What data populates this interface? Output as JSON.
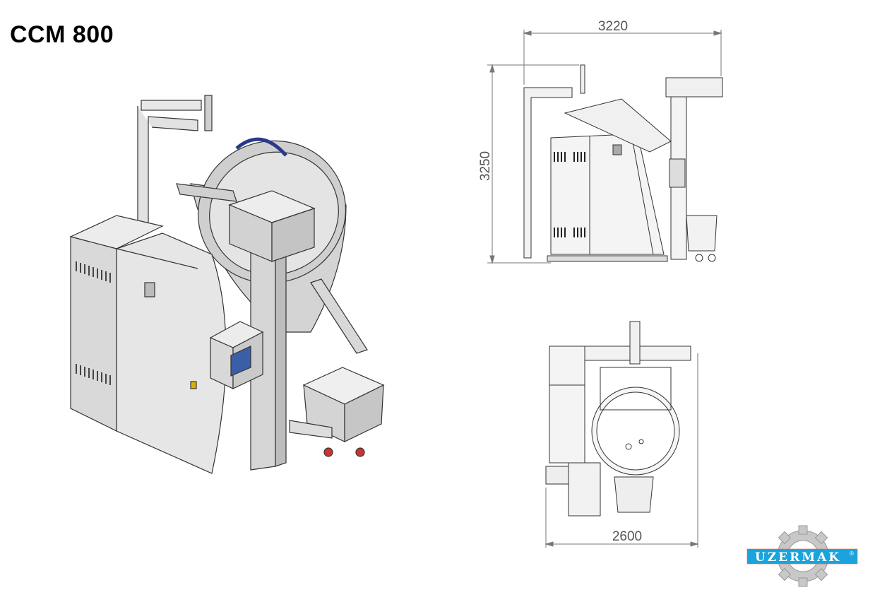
{
  "title": "CCM 800",
  "dimensions": {
    "side_width": "3220",
    "side_height": "3250",
    "front_width": "2600"
  },
  "logo": {
    "brand": "UZERMAK",
    "registered": "®",
    "color": "#1aa3dc"
  }
}
